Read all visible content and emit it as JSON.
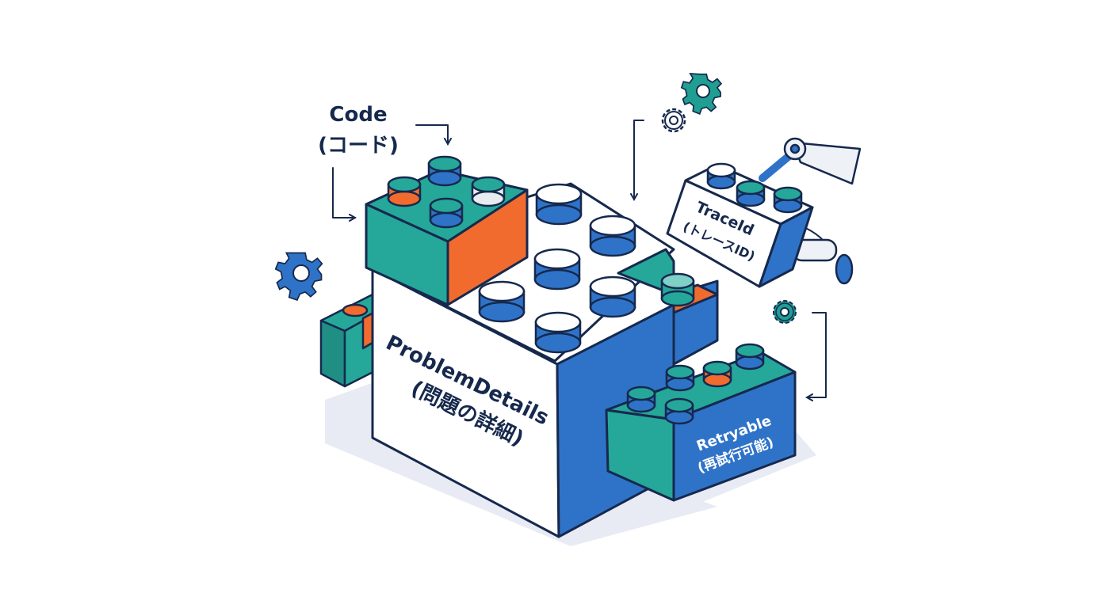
{
  "labels": {
    "code": {
      "title": "Code",
      "subtitle": "(コード)"
    },
    "problem_details": {
      "title": "ProblemDetails",
      "subtitle": "(問題の詳細)"
    },
    "trace_id": {
      "title": "TraceId",
      "subtitle": "(トレースID)"
    },
    "retryable": {
      "title": "Retryable",
      "subtitle": "(再試行可能)"
    }
  },
  "colors": {
    "navy": "#16294d",
    "blue": "#2f73c9",
    "teal": "#25a79a",
    "orange": "#f26b2e",
    "white": "#ffffff",
    "shadow": "#e8ebf4",
    "gear_teal": "#1f9e92",
    "gear_blue": "#2f73c9"
  },
  "icons": [
    "gear-icon",
    "arrow-icon",
    "robot-arm-icon",
    "lego-brick-icon"
  ]
}
